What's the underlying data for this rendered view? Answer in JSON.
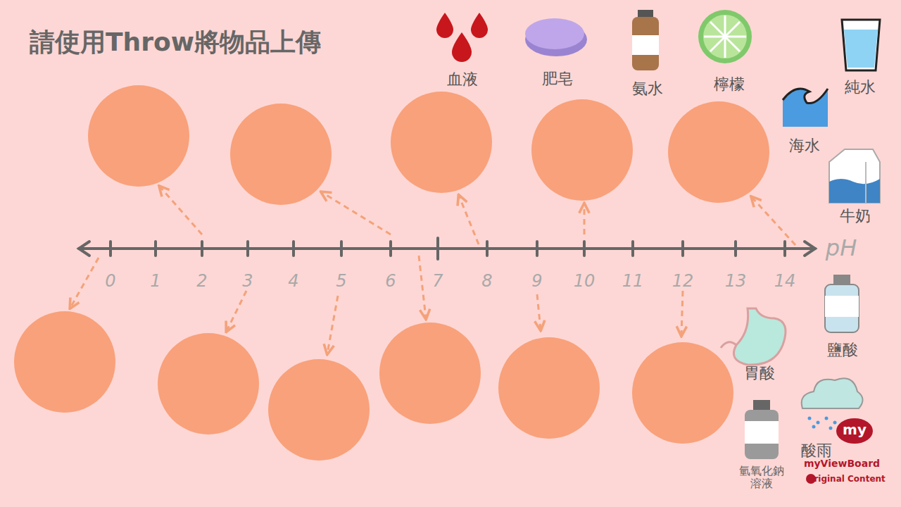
{
  "diagram": {
    "title": "請使用Throw將物品上傳",
    "labels": [
      "0",
      "1",
      "2",
      "3",
      "4",
      "5",
      "6",
      "7",
      "8",
      "9",
      "10",
      "11",
      "12",
      "13",
      "14",
      "pH",
      "血液",
      "肥皂",
      "氨水",
      "檸檬",
      "純水",
      "海水",
      "牛奶",
      "鹽酸",
      "胃酸",
      "氫氧化鈉 溶液",
      "酸雨",
      "my",
      "myViewBoard",
      "Original Content"
    ]
  }
}
